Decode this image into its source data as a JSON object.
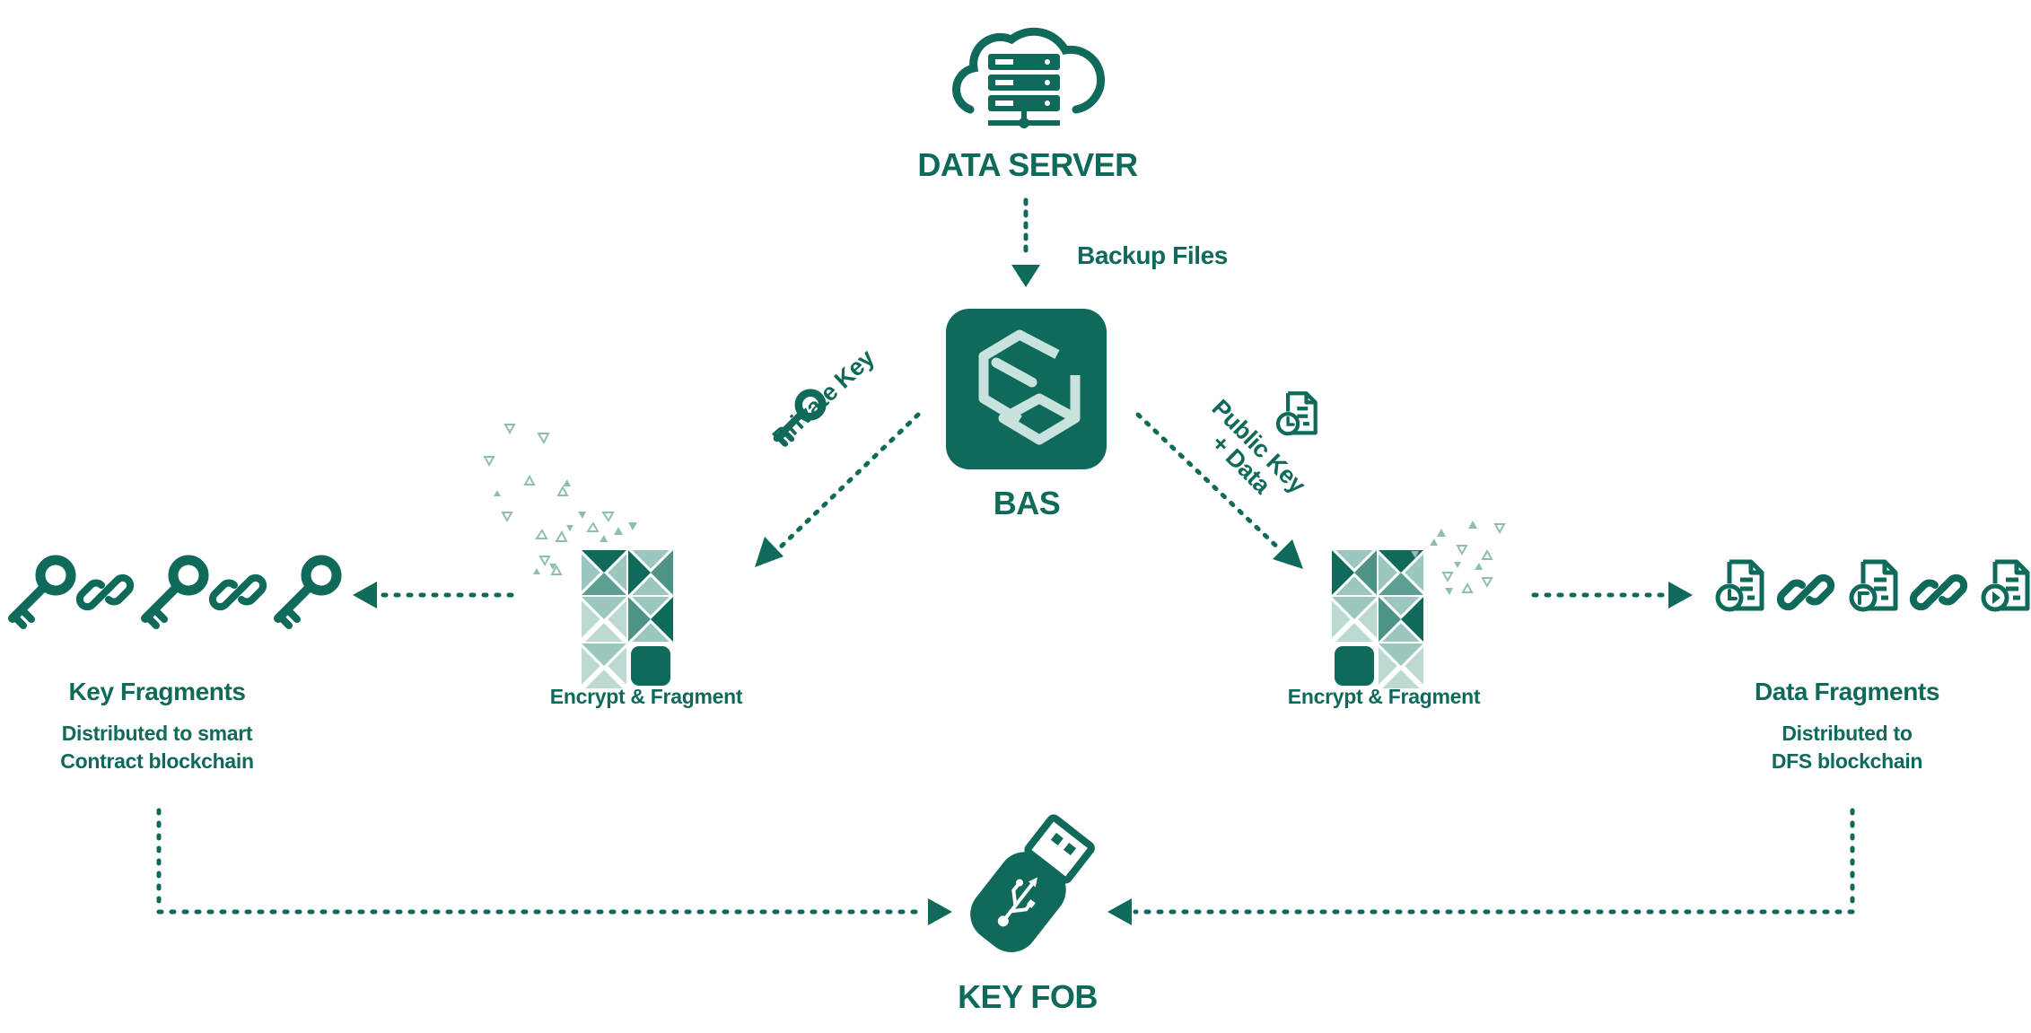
{
  "colors": {
    "primary": "#0f6a5b",
    "light": "#8fbdb4",
    "pale": "#c8dfda"
  },
  "data_server": {
    "label": "DATA SERVER",
    "icon": "cloud-server-icon"
  },
  "backup_files": {
    "label": "Backup Files"
  },
  "bas": {
    "label": "BAS",
    "icon": "bas-logo-icon"
  },
  "private_key": {
    "label": "Private Key",
    "icon": "key-icon"
  },
  "public_key": {
    "line1": "Public Key",
    "line2": "+ Data",
    "icon": "document-clock-icon"
  },
  "encrypt_left": {
    "label": "Encrypt & Fragment"
  },
  "encrypt_right": {
    "label": "Encrypt & Fragment"
  },
  "key_fragments": {
    "title": "Key Fragments",
    "line1": "Distributed to smart",
    "line2": "Contract blockchain",
    "icons": [
      "key-icon",
      "chain-link-icon",
      "key-icon",
      "chain-link-icon",
      "key-icon"
    ]
  },
  "data_fragments": {
    "title": "Data Fragments",
    "line1": "Distributed to",
    "line2": "DFS blockchain",
    "icons": [
      "document-clock-icon",
      "chain-link-icon",
      "document-rewind-icon",
      "chain-link-icon",
      "document-play-icon"
    ]
  },
  "key_fob": {
    "label": "KEY FOB",
    "icon": "usb-drive-icon"
  }
}
